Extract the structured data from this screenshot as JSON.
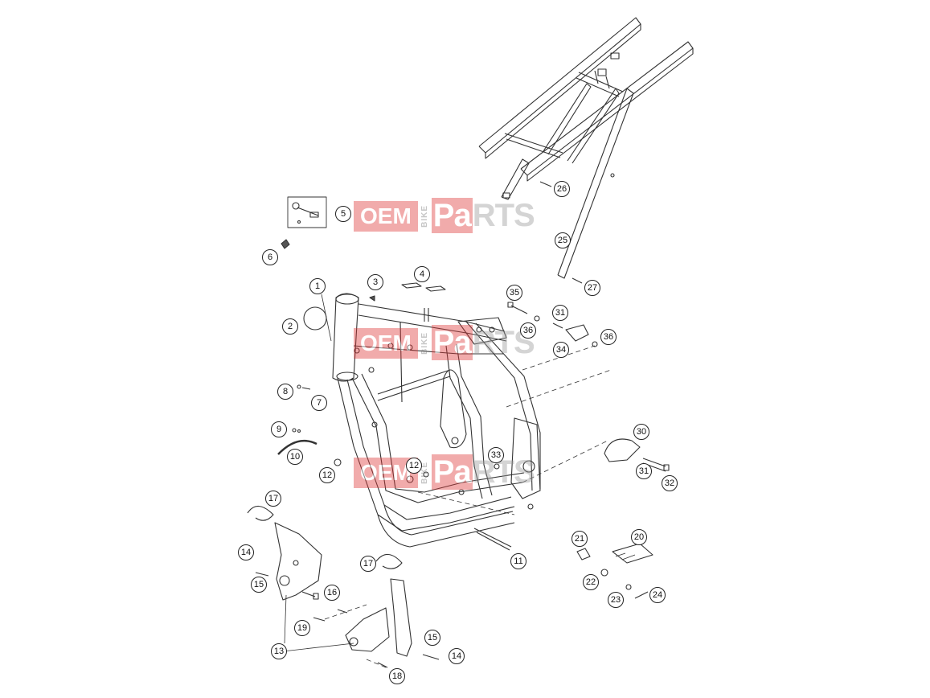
{
  "watermark": {
    "left": "OEM",
    "middle": "BIKE",
    "right_a": "Pa",
    "right_b": "RTS"
  },
  "colors": {
    "line": "#333333",
    "watermark_red": "#e03a3a",
    "watermark_grey": "#9a9a9a"
  },
  "callouts": [
    "1",
    "2",
    "3",
    "4",
    "5",
    "6",
    "7",
    "8",
    "9",
    "10",
    "11",
    "12",
    "12",
    "13",
    "14",
    "14",
    "15",
    "15",
    "16",
    "17",
    "17",
    "18",
    "19",
    "20",
    "21",
    "22",
    "23",
    "24",
    "25",
    "26",
    "27",
    "30",
    "31",
    "31",
    "32",
    "33",
    "34",
    "35",
    "36",
    "36"
  ]
}
